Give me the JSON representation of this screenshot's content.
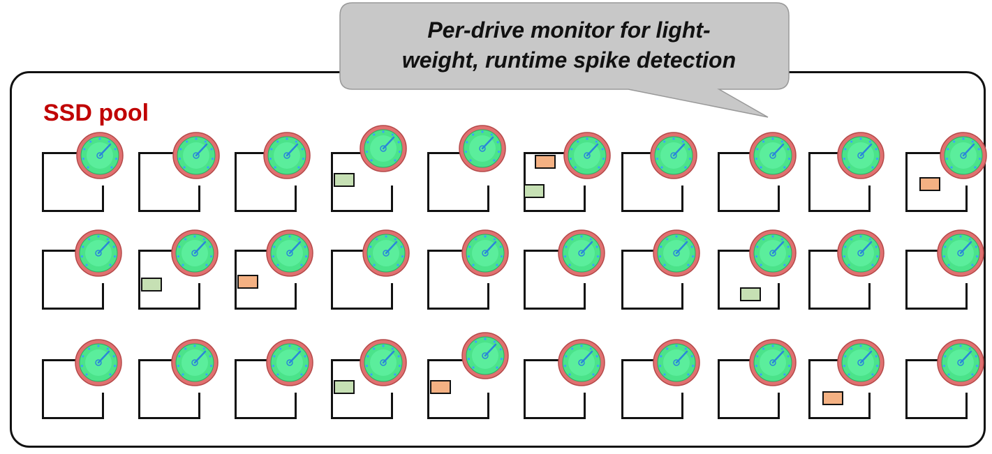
{
  "callout": {
    "text_line1": "Per-drive monitor for light-",
    "text_line2": "weight, runtime spike detection"
  },
  "pool": {
    "title": "SSD pool"
  },
  "colors": {
    "pool_title": "#c00000",
    "callout_fill": "#c8c8c8",
    "monitor_face": "#4be38a",
    "monitor_rim": "#e07070",
    "block_green": "#c6e0b4",
    "block_orange": "#f4b183"
  },
  "drives": [
    {
      "row": 1,
      "col": 1,
      "blocks": []
    },
    {
      "row": 1,
      "col": 2,
      "blocks": []
    },
    {
      "row": 1,
      "col": 3,
      "blocks": []
    },
    {
      "row": 1,
      "col": 4,
      "blocks": [
        "green"
      ]
    },
    {
      "row": 1,
      "col": 5,
      "blocks": []
    },
    {
      "row": 1,
      "col": 6,
      "blocks": [
        "orange",
        "green"
      ]
    },
    {
      "row": 1,
      "col": 7,
      "blocks": []
    },
    {
      "row": 1,
      "col": 8,
      "blocks": []
    },
    {
      "row": 1,
      "col": 9,
      "blocks": []
    },
    {
      "row": 1,
      "col": 10,
      "blocks": [
        "orange"
      ]
    },
    {
      "row": 2,
      "col": 1,
      "blocks": []
    },
    {
      "row": 2,
      "col": 2,
      "blocks": [
        "green"
      ]
    },
    {
      "row": 2,
      "col": 3,
      "blocks": [
        "orange"
      ]
    },
    {
      "row": 2,
      "col": 4,
      "blocks": []
    },
    {
      "row": 2,
      "col": 5,
      "blocks": []
    },
    {
      "row": 2,
      "col": 6,
      "blocks": []
    },
    {
      "row": 2,
      "col": 7,
      "blocks": []
    },
    {
      "row": 2,
      "col": 8,
      "blocks": [
        "green"
      ]
    },
    {
      "row": 2,
      "col": 9,
      "blocks": []
    },
    {
      "row": 2,
      "col": 10,
      "blocks": []
    },
    {
      "row": 3,
      "col": 1,
      "blocks": []
    },
    {
      "row": 3,
      "col": 2,
      "blocks": []
    },
    {
      "row": 3,
      "col": 3,
      "blocks": []
    },
    {
      "row": 3,
      "col": 4,
      "blocks": [
        "green"
      ]
    },
    {
      "row": 3,
      "col": 5,
      "blocks": [
        "orange"
      ]
    },
    {
      "row": 3,
      "col": 6,
      "blocks": []
    },
    {
      "row": 3,
      "col": 7,
      "blocks": []
    },
    {
      "row": 3,
      "col": 8,
      "blocks": []
    },
    {
      "row": 3,
      "col": 9,
      "blocks": [
        "orange"
      ]
    },
    {
      "row": 3,
      "col": 10,
      "blocks": []
    }
  ]
}
